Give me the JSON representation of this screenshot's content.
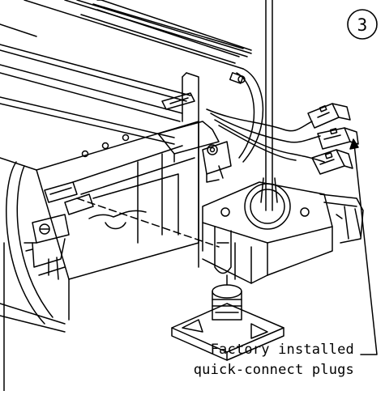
{
  "diagram": {
    "step_number": "3",
    "callout": {
      "line1": "Factory installed",
      "line2": "quick-connect plugs"
    }
  }
}
